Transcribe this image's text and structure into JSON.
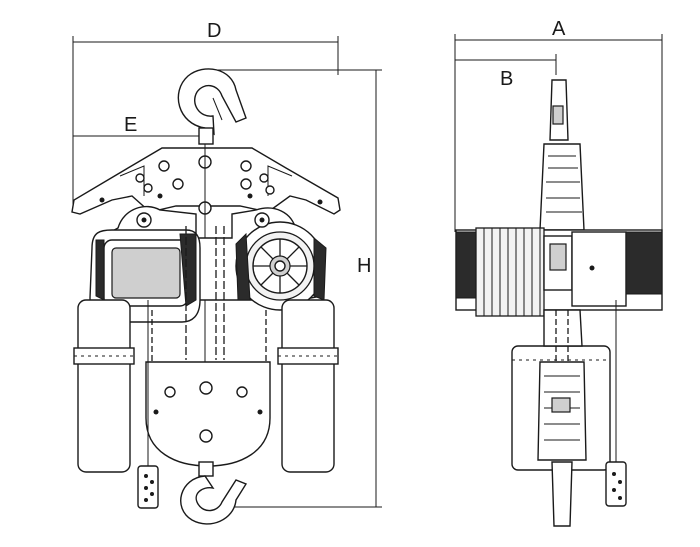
{
  "dimensions": {
    "A": "A",
    "B": "B",
    "D": "D",
    "E": "E",
    "H": "H"
  }
}
